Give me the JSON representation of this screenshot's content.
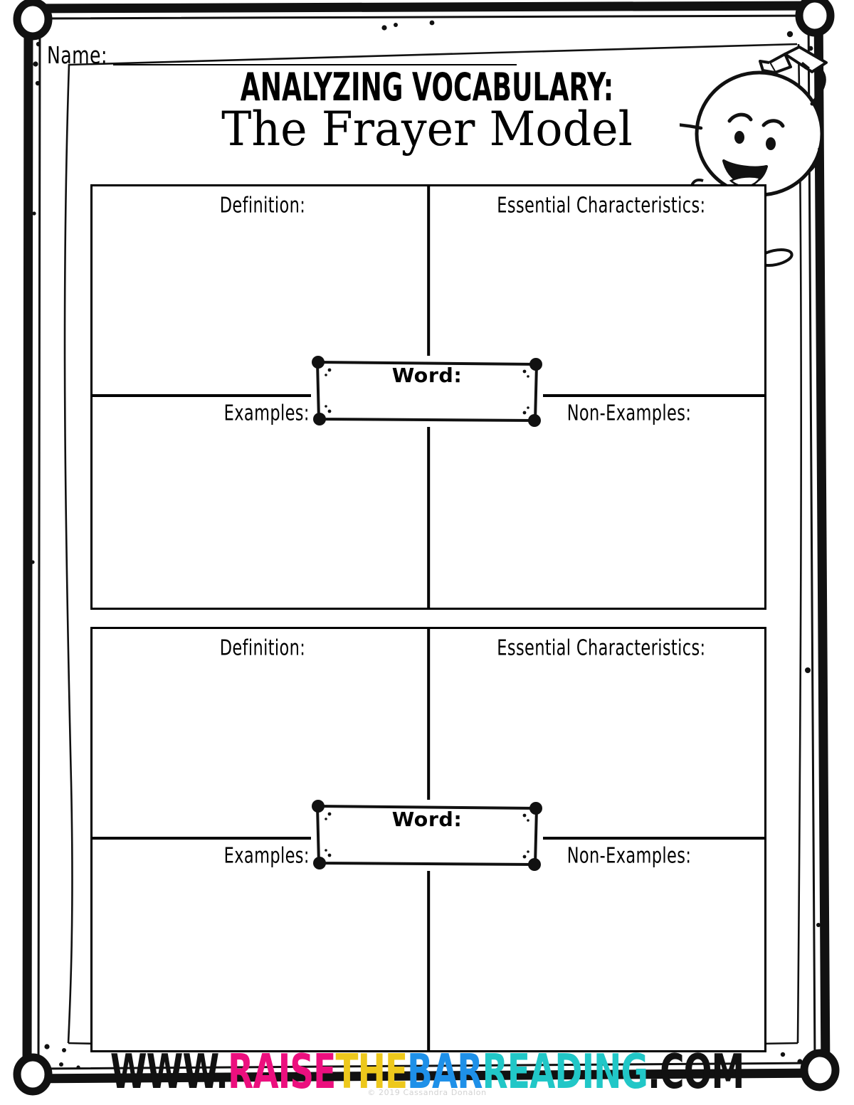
{
  "page": {
    "name_label": "Name:",
    "title_line1": "ANALYZING VOCABULARY:",
    "title_line2": "The Frayer Model"
  },
  "frayer_models": [
    {
      "id": "frayer-1",
      "labels": {
        "definition": "Definition:",
        "essential_characteristics": "Essential Characteristics:",
        "examples": "Examples:",
        "non_examples": "Non-Examples:"
      },
      "center": {
        "word_label": "Word:",
        "word_value": ""
      }
    },
    {
      "id": "frayer-2",
      "labels": {
        "definition": "Definition:",
        "essential_characteristics": "Essential Characteristics:",
        "examples": "Examples:",
        "non_examples": "Non-Examples:"
      },
      "center": {
        "word_label": "Word:",
        "word_value": ""
      }
    }
  ],
  "footer": {
    "watermark": {
      "full_text": "WWW.RAISETHEBARREADING.COM",
      "segments": [
        {
          "text": "WWW.",
          "color": "#111111"
        },
        {
          "text": "RAISE",
          "color": "#ec0f7e"
        },
        {
          "text": "THE",
          "color": "#edc81c"
        },
        {
          "text": "BAR",
          "color": "#1e90e8"
        },
        {
          "text": "READING",
          "color": "#21c7c7"
        },
        {
          "text": ".COM",
          "color": "#111111"
        }
      ]
    },
    "copyright": "© 2019 Cassandra Donalon"
  },
  "decor": {
    "character_name": "stick-figure-with-pencil",
    "corner_ring_count": 4,
    "ink_color": "#000000"
  }
}
